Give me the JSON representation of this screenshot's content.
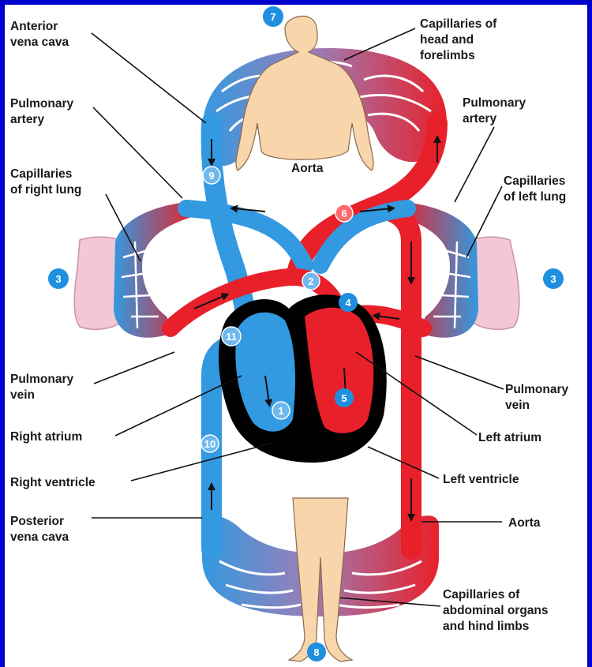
{
  "colors": {
    "frame": "#0000cc",
    "background": "#ffffff",
    "deoxygenated_blood": "#3399e0",
    "oxygenated_blood": "#e8202a",
    "heart_outline": "#000000",
    "lung": "#f4c6d6",
    "body": "#f8d5ab",
    "marker": "#1f8fe0"
  },
  "labels": {
    "anterior_vena_cava": "Anterior\nvena cava",
    "capillaries_head": "Capillaries of\nhead and\nforelimbs",
    "pulmonary_artery_left": "Pulmonary\nartery",
    "pulmonary_artery_right": "Pulmonary\nartery",
    "capillaries_right_lung": "Capillaries\nof right lung",
    "capillaries_left_lung": "Capillaries\nof left lung",
    "aorta_top": "Aorta",
    "pulmonary_vein_left": "Pulmonary\nvein",
    "pulmonary_vein_right": "Pulmonary\nvein",
    "right_atrium": "Right atrium",
    "left_atrium": "Left atrium",
    "right_ventricle": "Right ventricle",
    "left_ventricle": "Left ventricle",
    "posterior_vena_cava": "Posterior\nvena cava",
    "aorta_bottom": "Aorta",
    "capillaries_abdominal": "Capillaries of\nabdominal organs\nand hind limbs"
  },
  "markers": {
    "m1": "1",
    "m2": "2",
    "m3_left": "3",
    "m3_right": "3",
    "m4": "4",
    "m5": "5",
    "m6": "6",
    "m7": "7",
    "m8": "8",
    "m9": "9",
    "m10": "10",
    "m11": "11"
  }
}
